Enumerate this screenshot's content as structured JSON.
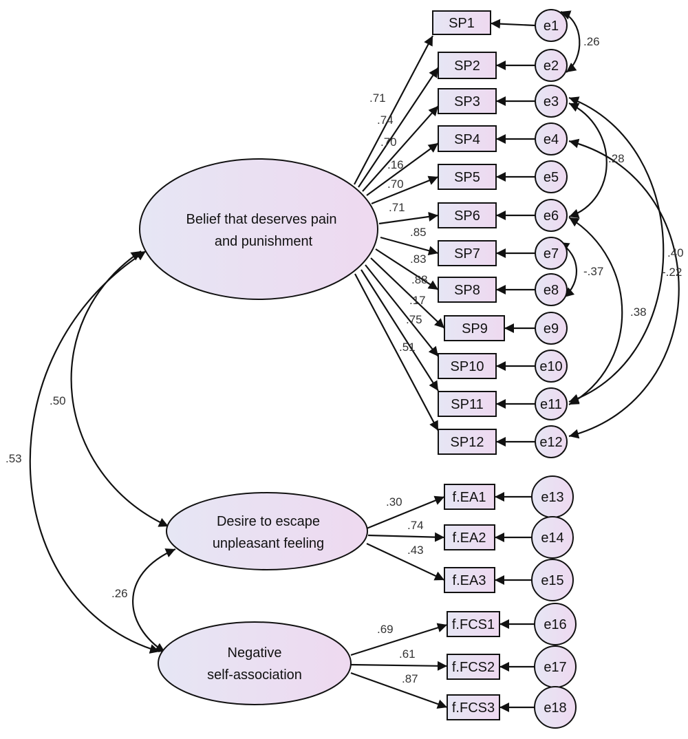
{
  "latents": {
    "belief": {
      "line1": "Belief that deserves pain",
      "line2": "and punishment"
    },
    "desire": {
      "line1": "Desire to escape",
      "line2": "unpleasant feeling"
    },
    "negative": {
      "line1": "Negative",
      "line2": "self-association"
    }
  },
  "observed": {
    "sp1": "SP1",
    "sp2": "SP2",
    "sp3": "SP3",
    "sp4": "SP4",
    "sp5": "SP5",
    "sp6": "SP6",
    "sp7": "SP7",
    "sp8": "SP8",
    "sp9": "SP9",
    "sp10": "SP10",
    "sp11": "SP11",
    "sp12": "SP12",
    "ea1": "f.EA1",
    "ea2": "f.EA2",
    "ea3": "f.EA3",
    "fcs1": "f.FCS1",
    "fcs2": "f.FCS2",
    "fcs3": "f.FCS3"
  },
  "errors": {
    "e1": "e1",
    "e2": "e2",
    "e3": "e3",
    "e4": "e4",
    "e5": "e5",
    "e6": "e6",
    "e7": "e7",
    "e8": "e8",
    "e9": "e9",
    "e10": "e10",
    "e11": "e11",
    "e12": "e12",
    "e13": "e13",
    "e14": "e14",
    "e15": "e15",
    "e16": "e16",
    "e17": "e17",
    "e18": "e18"
  },
  "loadings": {
    "sp1": ".71",
    "sp2": ".74",
    "sp3": ".70",
    "sp4": ".16",
    "sp5": ".70",
    "sp6": ".71",
    "sp7": ".85",
    "sp8": ".83",
    "sp9": ".88",
    "sp10": ".17",
    "sp11": ".75",
    "sp12": ".51",
    "ea1": ".30",
    "ea2": ".74",
    "ea3": ".43",
    "fcs1": ".69",
    "fcs2": ".61",
    "fcs3": ".87"
  },
  "covariances": {
    "e1_e2": ".26",
    "e3_e6": ".28",
    "e7_e8": "-.37",
    "e3_e11": ".40",
    "e4_e12": "-.22",
    "e6_e11": ".38",
    "belief_desire": ".50",
    "belief_negative": ".53",
    "desire_negative": ".26"
  },
  "colors": {
    "fill_start": "#e6e6f4",
    "fill_end": "#eed9f0",
    "stroke": "#111111"
  }
}
